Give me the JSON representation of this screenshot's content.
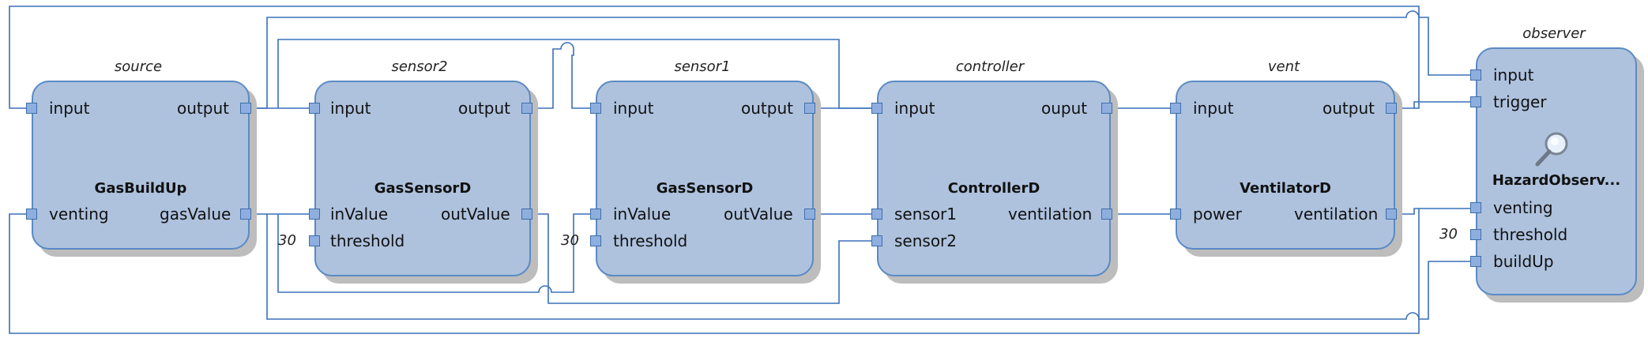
{
  "blocks": {
    "source": {
      "instance": "source",
      "type": "GasBuildUp",
      "ports": {
        "input": "input",
        "output": "output",
        "venting": "venting",
        "gasValue": "gasValue"
      }
    },
    "sensor2": {
      "instance": "sensor2",
      "type": "GasSensorD",
      "ports": {
        "input": "input",
        "output": "output",
        "inValue": "inValue",
        "outValue": "outValue",
        "threshold": "threshold"
      },
      "threshold_value": "30"
    },
    "sensor1": {
      "instance": "sensor1",
      "type": "GasSensorD",
      "ports": {
        "input": "input",
        "output": "output",
        "inValue": "inValue",
        "outValue": "outValue",
        "threshold": "threshold"
      },
      "threshold_value": "30"
    },
    "controller": {
      "instance": "controller",
      "type": "ControllerD",
      "ports": {
        "input": "input",
        "ouput": "ouput",
        "sensor1": "sensor1",
        "ventilation": "ventilation",
        "sensor2": "sensor2"
      }
    },
    "vent": {
      "instance": "vent",
      "type": "VentilatorD",
      "ports": {
        "input": "input",
        "output": "output",
        "power": "power",
        "ventilation": "ventilation"
      }
    },
    "observer": {
      "instance": "observer",
      "type": "HazardObserv...",
      "icon": "magnifier-icon",
      "ports": {
        "input": "input",
        "trigger": "trigger",
        "venting": "venting",
        "threshold": "threshold",
        "buildUp": "buildUp"
      },
      "threshold_value": "30"
    }
  },
  "colors": {
    "block_fill": "#aec2de",
    "block_border": "#5a8ac4",
    "wire": "#3a70b8",
    "port_fill": "#8faee0",
    "shadow": "#bdbdbd"
  }
}
